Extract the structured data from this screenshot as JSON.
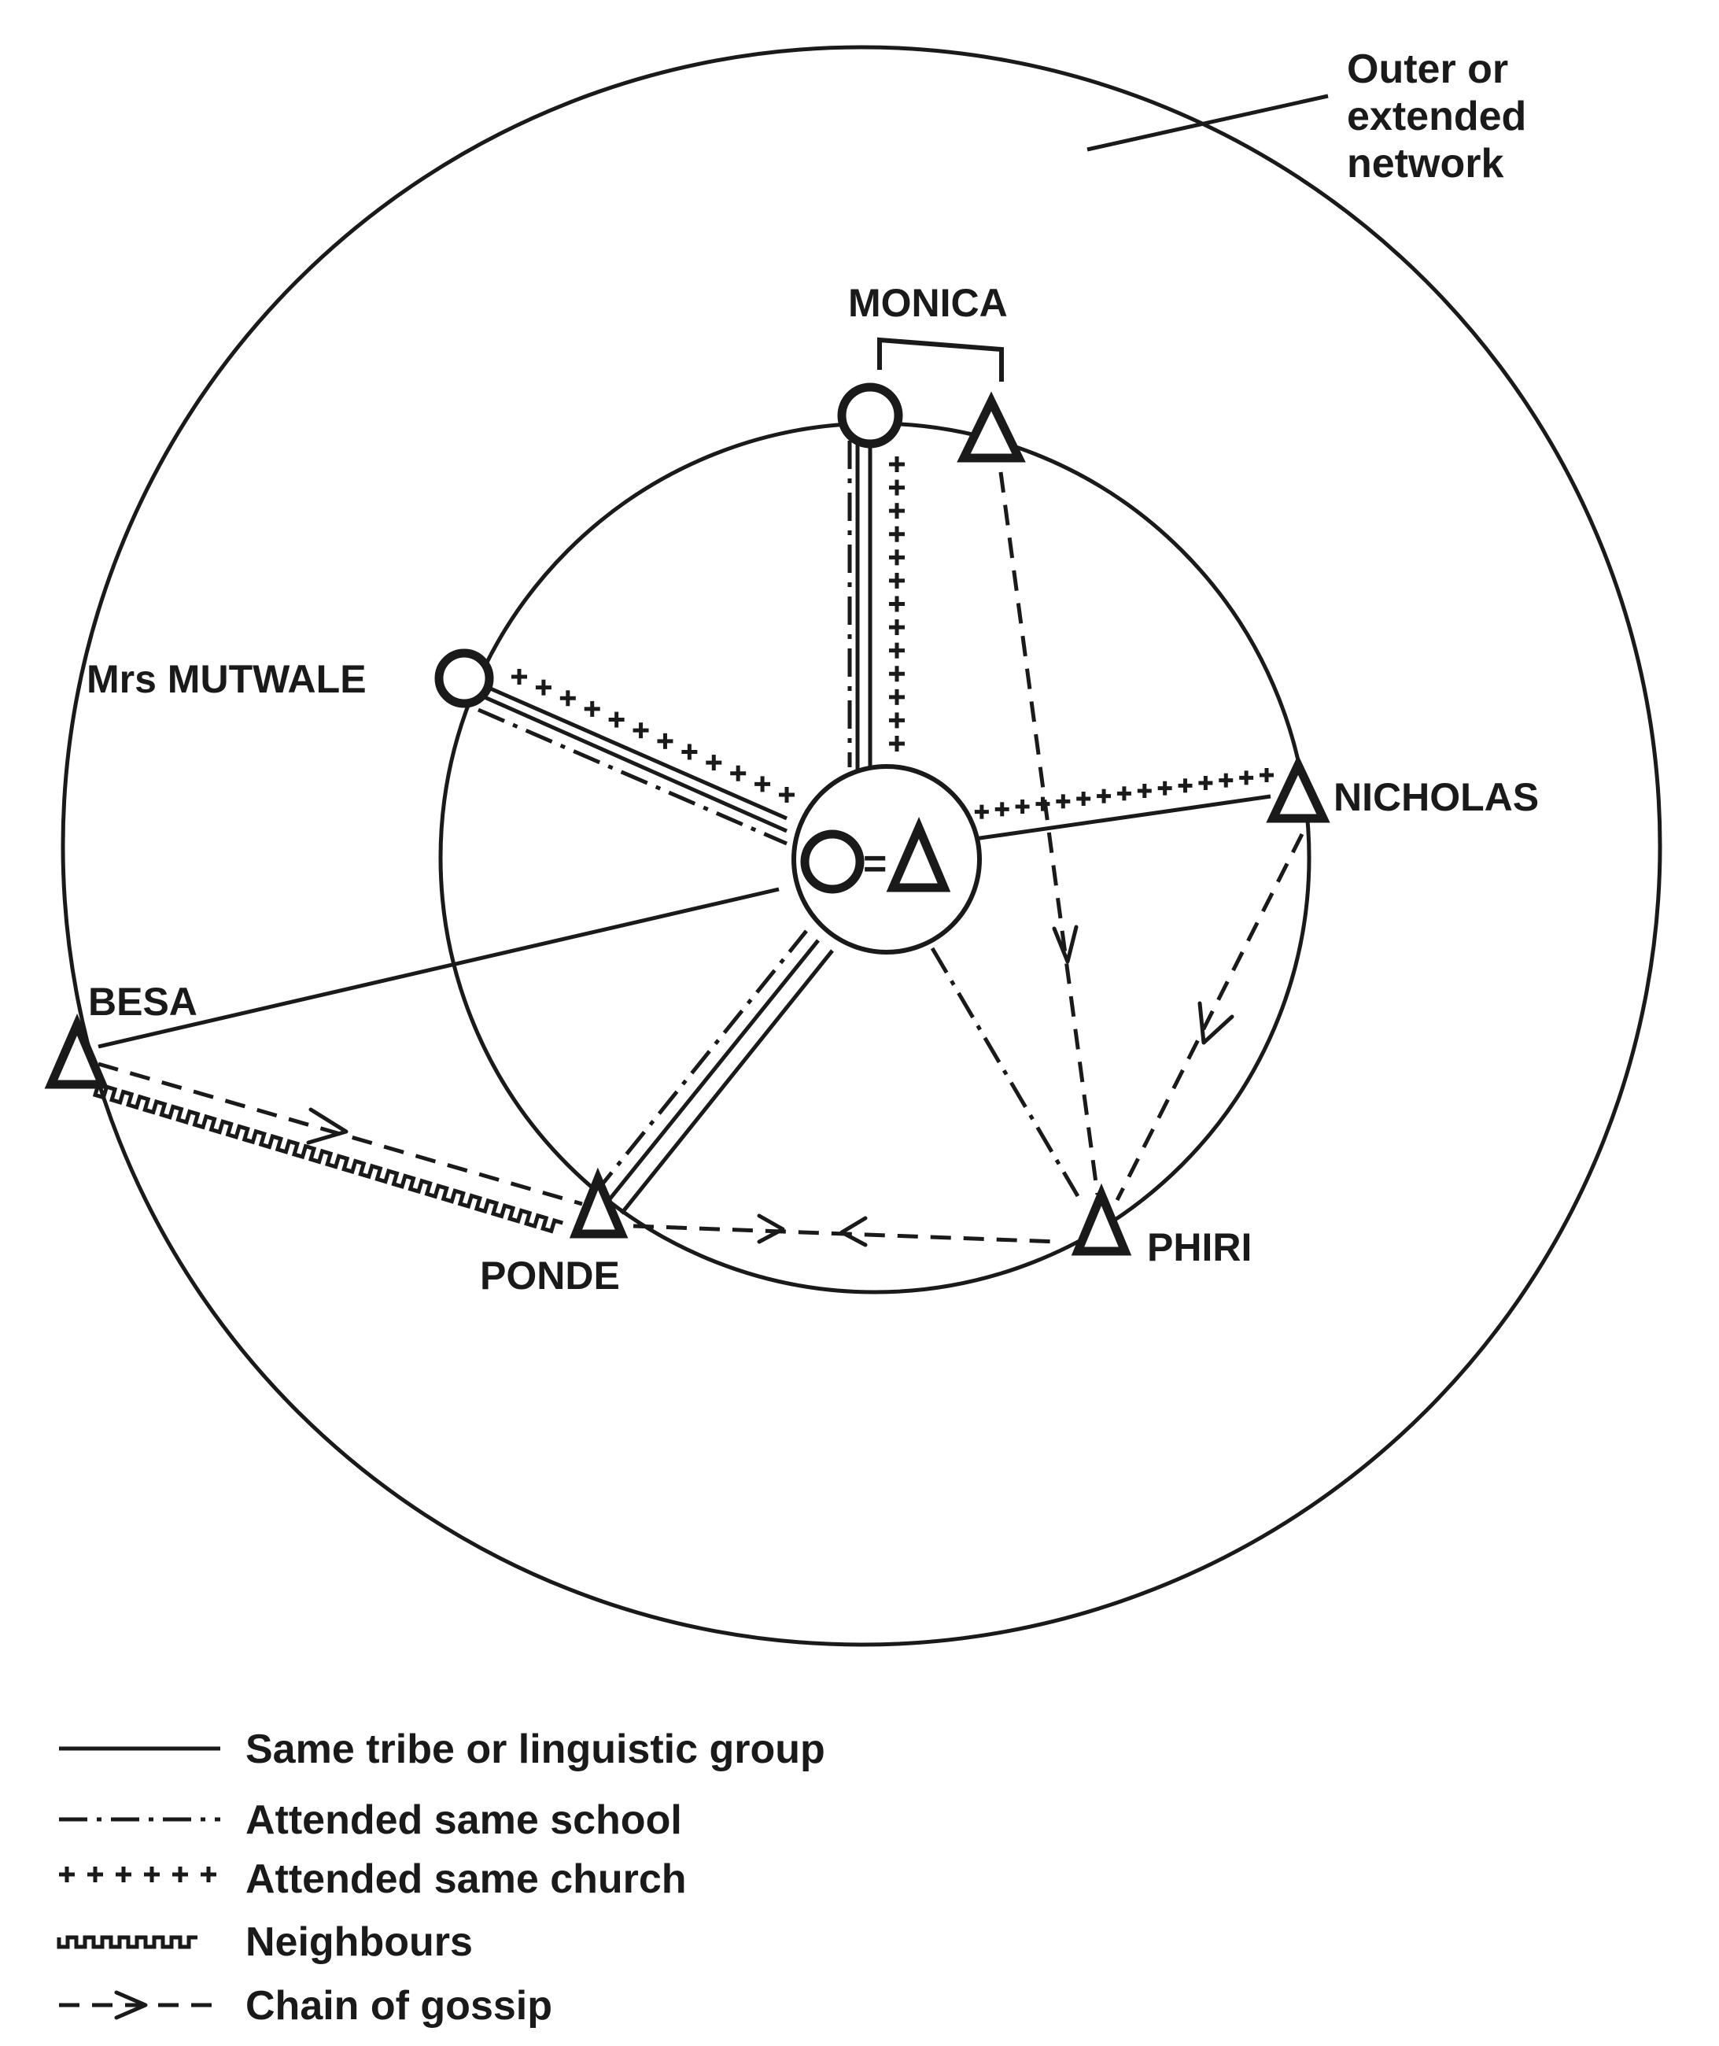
{
  "diagram": {
    "outer_label_lines": [
      "Outer or",
      "extended",
      "network"
    ],
    "nodes": {
      "monica": "MONICA",
      "mrs_mutwale": "Mrs MUTWALE",
      "nicholas": "NICHOLAS",
      "besa": "BESA",
      "ponde": "PONDE",
      "phiri": "PHIRI"
    },
    "center_equals": "="
  },
  "legend": {
    "items": [
      {
        "key": "tribe",
        "label": "Same tribe or linguistic group"
      },
      {
        "key": "school",
        "label": "Attended same school"
      },
      {
        "key": "church",
        "label": "Attended same church"
      },
      {
        "key": "neighbours",
        "label": "Neighbours"
      },
      {
        "key": "gossip",
        "label": "Chain of gossip"
      }
    ]
  }
}
